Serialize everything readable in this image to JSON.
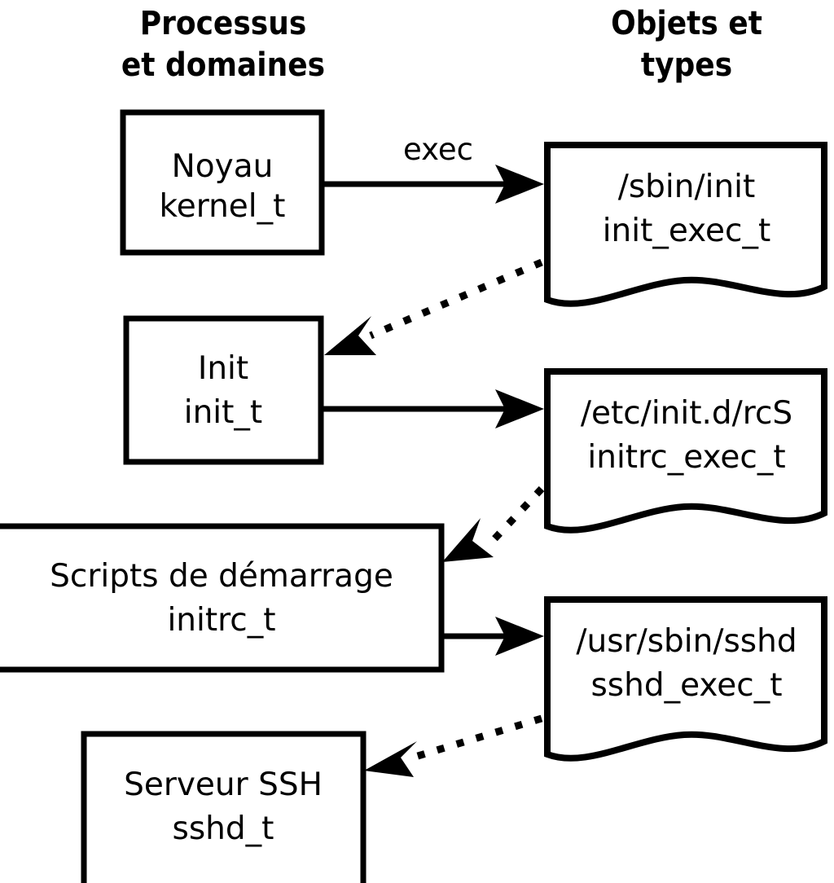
{
  "diagram": {
    "title_left": "Processus\net domaines",
    "columns": [
      {
        "id": "processes",
        "line1": "Processus",
        "line2": "et domaines"
      },
      {
        "id": "objects",
        "line1": "Objets et",
        "line2": "types"
      }
    ],
    "colors": {
      "background": "#ffffff",
      "stroke": "#000000",
      "fill": "#ffffff",
      "text": "#000000"
    },
    "process_nodes": [
      {
        "id": "kernel",
        "line1": "Noyau",
        "line2": "kernel_t"
      },
      {
        "id": "init",
        "line1": "Init",
        "line2": "init_t"
      },
      {
        "id": "initrc",
        "line1": "Scripts de démarrage",
        "line2": "initrc_t"
      },
      {
        "id": "sshd",
        "line1": "Serveur SSH",
        "line2": "sshd_t"
      }
    ],
    "object_nodes": [
      {
        "id": "init_exec",
        "line1": "/sbin/init",
        "line2": "init_exec_t"
      },
      {
        "id": "initrc_exec",
        "line1": "/etc/init.d/rcS",
        "line2": "initrc_exec_t"
      },
      {
        "id": "sshd_exec",
        "line1": "/usr/sbin/sshd",
        "line2": "sshd_exec_t"
      }
    ],
    "edges": [
      {
        "id": "kernel-exec-init_exec",
        "from": "kernel",
        "to": "init_exec",
        "style": "solid",
        "label": "exec"
      },
      {
        "id": "init_exec-transition-init",
        "from": "init_exec",
        "to": "init",
        "style": "dotted",
        "label": ""
      },
      {
        "id": "init-exec-initrc_exec",
        "from": "init",
        "to": "initrc_exec",
        "style": "solid",
        "label": ""
      },
      {
        "id": "initrc_exec-transition-initrc",
        "from": "initrc_exec",
        "to": "initrc",
        "style": "dotted",
        "label": ""
      },
      {
        "id": "initrc-exec-sshd_exec",
        "from": "initrc",
        "to": "sshd_exec",
        "style": "solid",
        "label": ""
      },
      {
        "id": "sshd_exec-transition-sshd",
        "from": "sshd_exec",
        "to": "sshd",
        "style": "dotted",
        "label": ""
      }
    ]
  }
}
